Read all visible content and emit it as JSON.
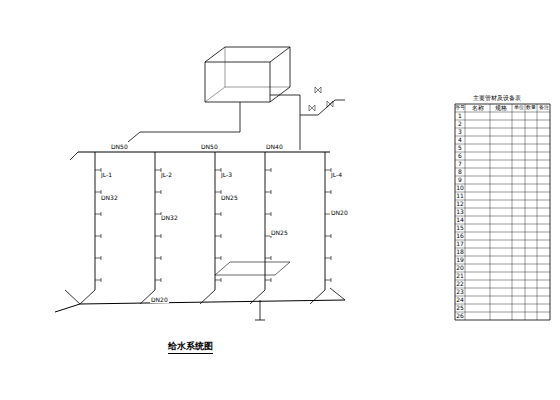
{
  "diagram": {
    "title": "给水系统图",
    "labels": [
      "主要管材及设备表",
      "序号",
      "名称",
      "规格",
      "单位",
      "数量",
      "备注",
      "1",
      "2",
      "3",
      "4",
      "5",
      "6",
      "7",
      "8",
      "9",
      "10",
      "11",
      "12",
      "13",
      "14",
      "15",
      "16",
      "17",
      "18",
      "19",
      "20",
      "21",
      "22",
      "23",
      "24",
      "25",
      "26",
      "DN50",
      "DN50",
      "DN40",
      "DN32",
      "DN32",
      "DN25",
      "DN25",
      "DN20",
      "DN20",
      "JL-1",
      "JL-2",
      "JL-3",
      "JL-4"
    ]
  }
}
